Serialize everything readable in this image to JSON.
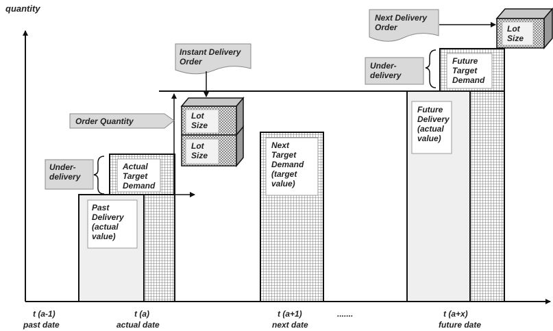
{
  "axes": {
    "y_label": "quantity",
    "x_ticks": [
      {
        "line1": "t (a-1)",
        "line2": "past date"
      },
      {
        "line1": "t (a)",
        "line2": "actual date"
      },
      {
        "line1": "t (a+1)",
        "line2": "next date"
      },
      {
        "line1": ".......",
        "line2": ""
      },
      {
        "line1": "t (a+x)",
        "line2": "future date"
      }
    ]
  },
  "labels": {
    "past_delivery": "Past\nDelivery\n(actual\nvalue)",
    "actual_target_demand": "Actual\nTarget\nDemand",
    "underdelivery_left": "Under-\ndelivery",
    "order_quantity": "Order Quantity",
    "instant_delivery_order": "Instant Delivery\nOrder",
    "lot_size_top": "Lot\nSize",
    "lot_size_bottom": "Lot\nSize",
    "next_target_demand": "Next\nTarget\nDemand\n(target\nvalue)",
    "next_delivery_order": "Next Delivery\nOrder",
    "lot_size_future": "Lot\nSize",
    "underdelivery_right": "Under-\ndelivery",
    "future_target_demand": "Future\nTarget\nDemand",
    "future_delivery": "Future\nDelivery\n(actual\nvalue)"
  },
  "colors": {
    "line": "#111111",
    "grid": "#555555",
    "light_fill": "#efefef",
    "callout_fill": "#d9d9d9",
    "text": "#222222"
  }
}
